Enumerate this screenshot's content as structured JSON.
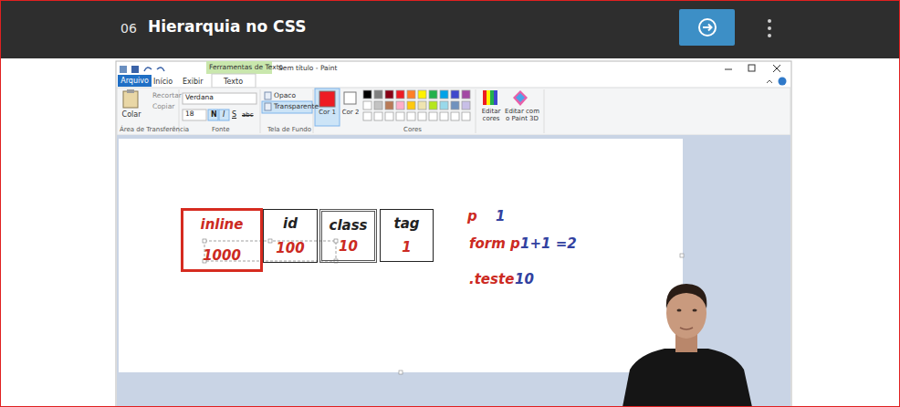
{
  "diagram": {
    "title": "Hierarquia no CSS",
    "nodes": [
      {
        "text": [
          "inline",
          "1000"
        ]
      },
      {
        "text": [
          "id",
          "100"
        ]
      },
      {
        "text": [
          "class",
          "10"
        ]
      },
      {
        "text": [
          "tag",
          "1"
        ]
      }
    ],
    "labels": [
      "06",
      "Arquivo",
      "Início",
      "Exibir",
      "Ferramentas de Texto",
      "Texto",
      "Sem título - Paint",
      "Colar",
      "Recortar",
      "Copiar",
      "Área de Transferência",
      "Verdana",
      "18",
      "N",
      "I",
      "S",
      "abc",
      "Fonte",
      "Opaco",
      "Transparente",
      "Tela de Fundo",
      "Cor 1",
      "Cor 2",
      "Cores",
      "Editar cores",
      "Editar com o Paint 3D",
      "p",
      "1",
      "form p",
      "1+1 =2",
      ".teste",
      "10"
    ]
  }
}
